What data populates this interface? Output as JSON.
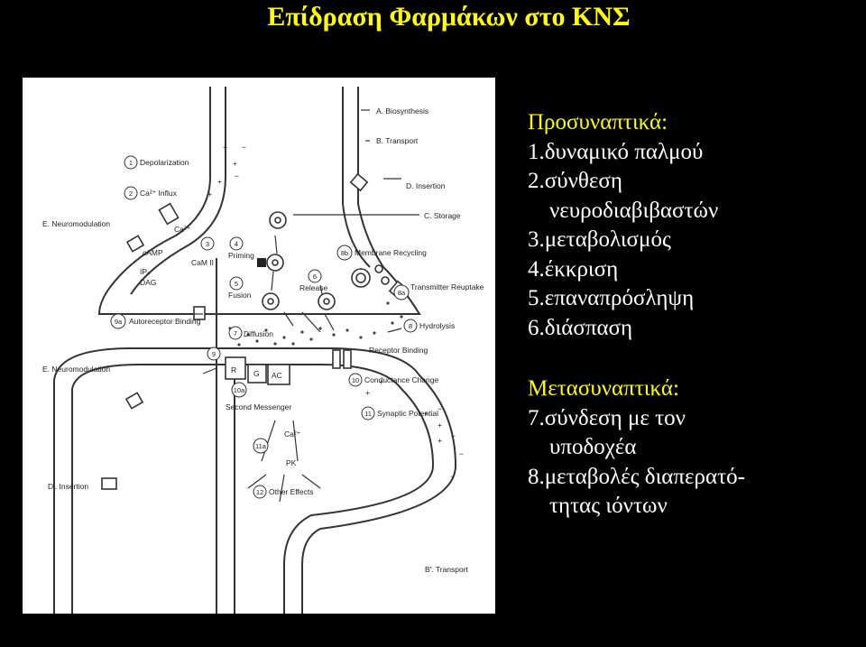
{
  "title": "Επίδραση Φαρμάκων στο ΚΝΣ",
  "diagram": {
    "labels": {
      "A": "A. Biosynthesis",
      "B": "B. Transport",
      "D": "D. Insertion",
      "C": "C. Storage",
      "E1": "E. Neuromodulation",
      "E2": "E. Neuromodulation",
      "Dp": "D'. Insertion",
      "Bp": "B'. Transport",
      "depol": "Depolarization",
      "ca_influx": "Ca²⁺ Influx",
      "ca2": "Ca²⁺",
      "camp": "cAMP",
      "ip3": "IP₃",
      "dag": "DAG",
      "priming": "Priming",
      "camii": "CaM II",
      "fusion": "Fusion",
      "release": "Release",
      "membrane_recycling": "Membrane Recycling",
      "transmitter_reuptake": "Transmitter Reuptake",
      "hydrolysis": "Hydrolysis",
      "autoreceptor": "Autoreceptor Binding",
      "diffusion": "Diffusion",
      "receptor_binding": "Receptor Binding",
      "conductance": "Conductance Change",
      "synaptic": "Synaptic Potential",
      "second_messenger": "Second Messenger",
      "ca_post": "Ca²⁺",
      "pk": "PK",
      "other_effects": "Other Effects",
      "R": "R",
      "G": "G",
      "AC": "AC"
    },
    "numbers": [
      "1",
      "2",
      "3",
      "4",
      "5",
      "6",
      "7",
      "8",
      "8a",
      "8b",
      "9",
      "9a",
      "10",
      "10a",
      "11",
      "11a",
      "12"
    ]
  },
  "notes": {
    "pre_head": "Προσυναπτικά:",
    "pre_items": [
      "1.δυναμικό παλμού",
      "2.σύνθεση",
      "νευροδιαβιβαστών",
      "3.μεταβολισμός",
      "4.έκκριση",
      "5.επαναπρόσληψη",
      "6.διάσπαση"
    ],
    "post_head": "Μετασυναπτικά:",
    "post_items": [
      "7.σύνδεση με τον",
      "υποδοχέα",
      "8.μεταβολές διαπερατό-",
      "τητας ιόντων"
    ]
  },
  "colors": {
    "background": "#000000",
    "title": "#ffff00",
    "head": "#ffff00",
    "text": "#ffffff",
    "panel": "#ffffff"
  }
}
